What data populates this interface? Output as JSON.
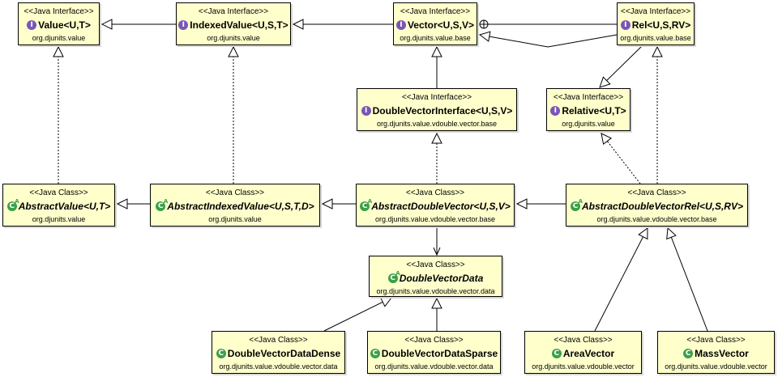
{
  "diagram": {
    "type": "uml-class-diagram",
    "nodes": [
      {
        "id": "value",
        "stereotype": "<<Java Interface>>",
        "kind": "interface",
        "abstract": false,
        "name": "Value<U,T>",
        "package": "org.djunits.value"
      },
      {
        "id": "indexedvalue",
        "stereotype": "<<Java Interface>>",
        "kind": "interface",
        "abstract": false,
        "name": "IndexedValue<U,S,T>",
        "package": "org.djunits.value"
      },
      {
        "id": "vector",
        "stereotype": "<<Java Interface>>",
        "kind": "interface",
        "abstract": false,
        "name": "Vector<U,S,V>",
        "package": "org.djunits.value.base"
      },
      {
        "id": "rel",
        "stereotype": "<<Java Interface>>",
        "kind": "interface",
        "abstract": false,
        "name": "Rel<U,S,RV>",
        "package": "org.djunits.value.base"
      },
      {
        "id": "dvinterface",
        "stereotype": "<<Java Interface>>",
        "kind": "interface",
        "abstract": false,
        "name": "DoubleVectorInterface<U,S,V>",
        "package": "org.djunits.value.vdouble.vector.base"
      },
      {
        "id": "relative",
        "stereotype": "<<Java Interface>>",
        "kind": "interface",
        "abstract": false,
        "name": "Relative<U,T>",
        "package": "org.djunits.value"
      },
      {
        "id": "abstractvalue",
        "stereotype": "<<Java Class>>",
        "kind": "class",
        "abstract": true,
        "name": "AbstractValue<U,T>",
        "package": "org.djunits.value"
      },
      {
        "id": "abstractindexedvalue",
        "stereotype": "<<Java Class>>",
        "kind": "class",
        "abstract": true,
        "name": "AbstractIndexedValue<U,S,T,D>",
        "package": "org.djunits.value"
      },
      {
        "id": "abstractdoublevector",
        "stereotype": "<<Java Class>>",
        "kind": "class",
        "abstract": true,
        "name": "AbstractDoubleVector<U,S,V>",
        "package": "org.djunits.value.vdouble.vector.base"
      },
      {
        "id": "abstractdoublevectorrel",
        "stereotype": "<<Java Class>>",
        "kind": "class",
        "abstract": true,
        "name": "AbstractDoubleVectorRel<U,S,RV>",
        "package": "org.djunits.value.vdouble.vector.base"
      },
      {
        "id": "doublevectordata",
        "stereotype": "<<Java Class>>",
        "kind": "class",
        "abstract": true,
        "name": "DoubleVectorData",
        "package": "org.djunits.value.vdouble.vector.data"
      },
      {
        "id": "doublevectordatadense",
        "stereotype": "<<Java Class>>",
        "kind": "class",
        "abstract": false,
        "name": "DoubleVectorDataDense",
        "package": "org.djunits.value.vdouble.vector.data"
      },
      {
        "id": "doublevectordatasparse",
        "stereotype": "<<Java Class>>",
        "kind": "class",
        "abstract": false,
        "name": "DoubleVectorDataSparse",
        "package": "org.djunits.value.vdouble.vector.data"
      },
      {
        "id": "areavector",
        "stereotype": "<<Java Class>>",
        "kind": "class",
        "abstract": false,
        "name": "AreaVector",
        "package": "org.djunits.value.vdouble.vector"
      },
      {
        "id": "massvector",
        "stereotype": "<<Java Class>>",
        "kind": "class",
        "abstract": false,
        "name": "MassVector",
        "package": "org.djunits.value.vdouble.vector"
      }
    ],
    "edges": [
      {
        "from": "indexedvalue",
        "to": "value",
        "type": "generalization"
      },
      {
        "from": "vector",
        "to": "indexedvalue",
        "type": "generalization"
      },
      {
        "from": "rel",
        "to": "vector",
        "type": "generalization"
      },
      {
        "from": "rel",
        "to": "vector",
        "type": "nesting"
      },
      {
        "from": "rel",
        "to": "relative",
        "type": "generalization"
      },
      {
        "from": "dvinterface",
        "to": "vector",
        "type": "generalization"
      },
      {
        "from": "abstractvalue",
        "to": "value",
        "type": "realization"
      },
      {
        "from": "abstractindexedvalue",
        "to": "indexedvalue",
        "type": "realization"
      },
      {
        "from": "abstractindexedvalue",
        "to": "abstractvalue",
        "type": "generalization"
      },
      {
        "from": "abstractdoublevector",
        "to": "abstractindexedvalue",
        "type": "generalization"
      },
      {
        "from": "abstractdoublevector",
        "to": "dvinterface",
        "type": "realization"
      },
      {
        "from": "abstractdoublevectorrel",
        "to": "abstractdoublevector",
        "type": "generalization"
      },
      {
        "from": "abstractdoublevectorrel",
        "to": "relative",
        "type": "realization"
      },
      {
        "from": "abstractdoublevectorrel",
        "to": "rel",
        "type": "realization"
      },
      {
        "from": "abstractdoublevector",
        "to": "doublevectordata",
        "type": "association"
      },
      {
        "from": "doublevectordatadense",
        "to": "doublevectordata",
        "type": "generalization"
      },
      {
        "from": "doublevectordatasparse",
        "to": "doublevectordata",
        "type": "generalization"
      },
      {
        "from": "areavector",
        "to": "abstractdoublevectorrel",
        "type": "generalization"
      },
      {
        "from": "massvector",
        "to": "abstractdoublevectorrel",
        "type": "generalization"
      }
    ]
  },
  "icons": {
    "interface": "I",
    "class": "C",
    "abstract_marker": "A"
  }
}
